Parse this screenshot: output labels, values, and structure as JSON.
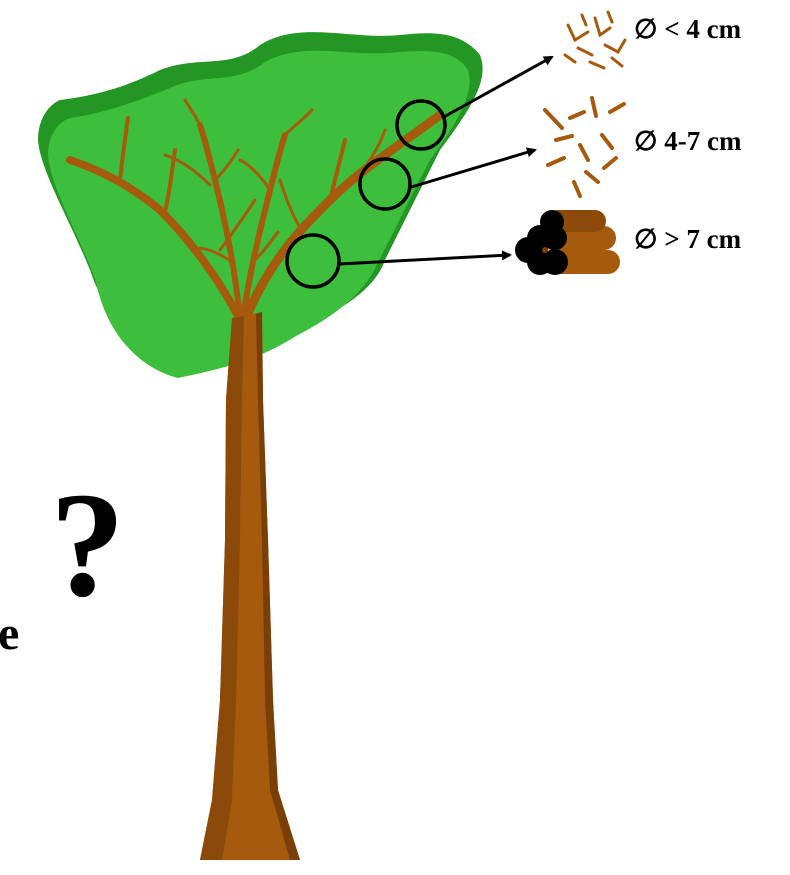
{
  "diagram": {
    "size_classes": [
      {
        "label": "∅ < 4 cm",
        "icon": "twigs-icon"
      },
      {
        "label": "∅ 4-7 cm",
        "icon": "sticks-icon"
      },
      {
        "label": "∅ > 7 cm",
        "icon": "logs-icon"
      }
    ],
    "question_mark": "?",
    "edge_letter": "e"
  },
  "colors": {
    "canopy": "#3dbf3d",
    "canopy_dark": "#249624",
    "wood": "#a65a0e",
    "wood_dark": "#7a3f06",
    "outline": "#000000"
  }
}
